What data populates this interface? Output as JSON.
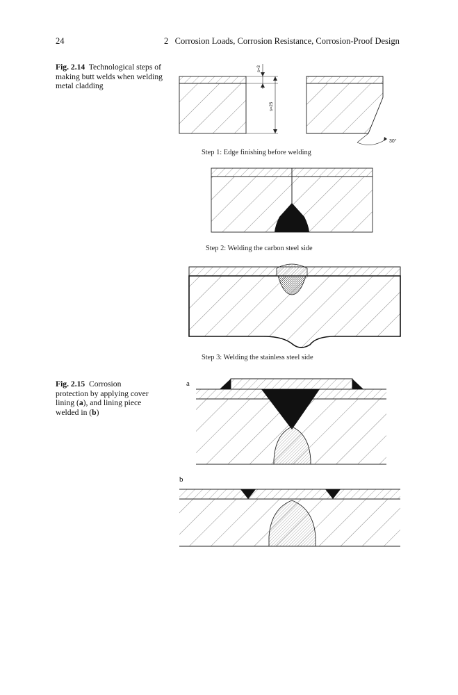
{
  "header": {
    "page_number": "24",
    "chapter_title": "2   Corrosion Loads, Corrosion Resistance, Corrosion-Proof Design"
  },
  "fig_2_14": {
    "label": "Fig. 2.14",
    "caption": "Technological steps of making butt welds when welding metal cladding",
    "dim_cladding": "s=3",
    "dim_thickness": "s=25",
    "angle": "30°",
    "step1": "Step 1: Edge finishing before welding",
    "step2": "Step 2: Welding the carbon steel side",
    "step3": "Step 3: Welding the stainless steel side"
  },
  "fig_2_15": {
    "label": "Fig. 2.15",
    "caption_line1": "Corrosion",
    "caption_line2": "protection by applying cover",
    "caption_line3a": "lining (",
    "caption_a": "a",
    "caption_line3b": "), and lining piece",
    "caption_line4a": "welded in (",
    "caption_b": "b",
    "caption_line4b": ")",
    "panel_a": "a",
    "panel_b": "b"
  }
}
